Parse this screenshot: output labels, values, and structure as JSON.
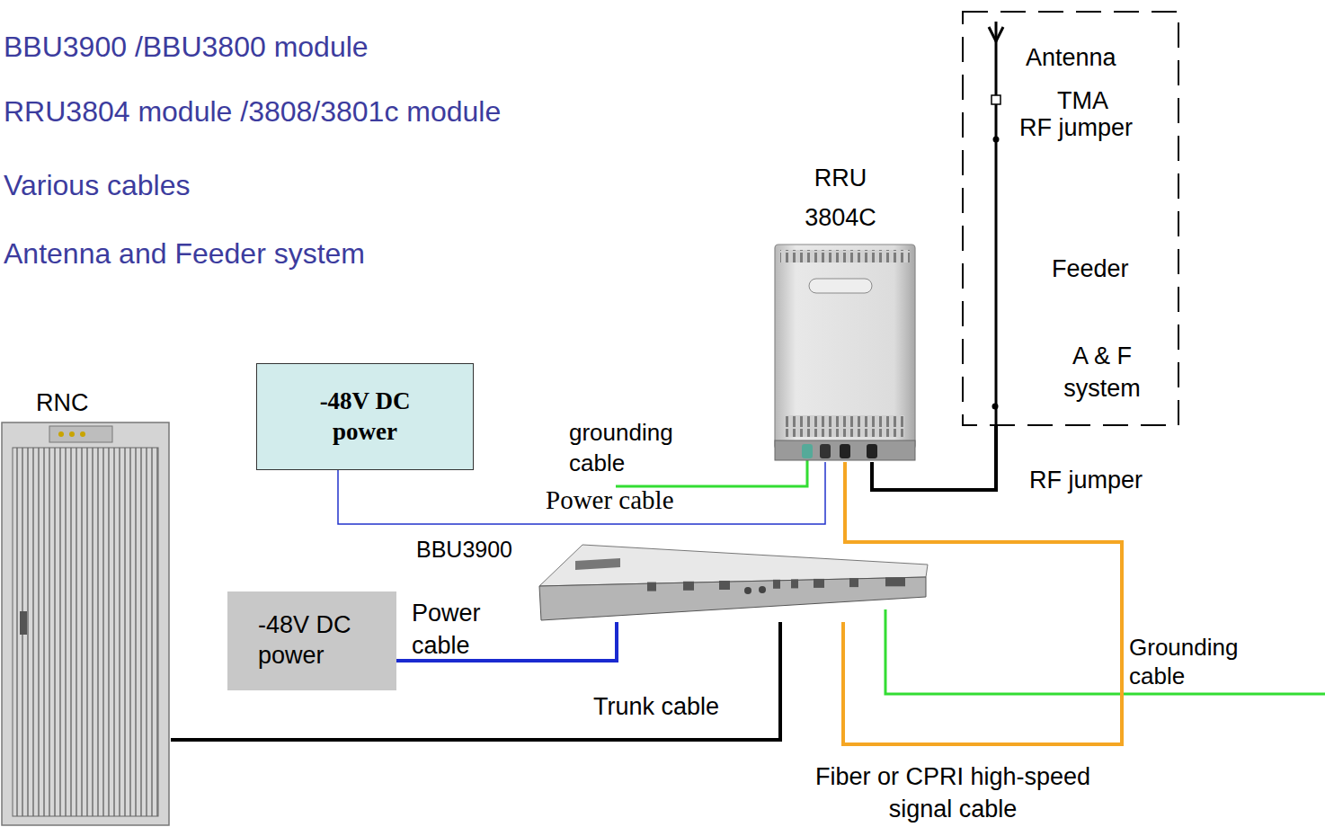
{
  "diagram": {
    "nodes": [
      {
        "text": [
          "RNC"
        ]
      },
      {
        "text": [
          "-48V DC power"
        ]
      },
      {
        "text": [
          "RRU 3804C"
        ]
      },
      {
        "text": [
          "Antenna",
          "TMA",
          "RF jumper",
          "Feeder",
          "A & F system"
        ]
      },
      {
        "text": [
          "BBU3900"
        ]
      },
      {
        "text": [
          "-48V DC power"
        ]
      }
    ],
    "edges": [
      {
        "from": 1,
        "to": 2,
        "label": "Power cable",
        "arrow": "none"
      },
      {
        "from": 2,
        "to": 3,
        "label": "RF jumper",
        "arrow": "none"
      },
      {
        "from": 5,
        "to": 4,
        "label": "Power cable",
        "arrow": "none"
      },
      {
        "from": 0,
        "to": 4,
        "label": "Trunk cable",
        "arrow": "none"
      },
      {
        "from": 4,
        "to": 2,
        "label": "Fiber or CPRI high-speed signal cable",
        "arrow": "none"
      }
    ],
    "labels": [
      "BBU3900 /BBU3800 module",
      "RRU3804 module /3808/3801c module",
      "Various cables",
      "Antenna and Feeder system",
      "grounding cable",
      "Grounding cable"
    ]
  }
}
